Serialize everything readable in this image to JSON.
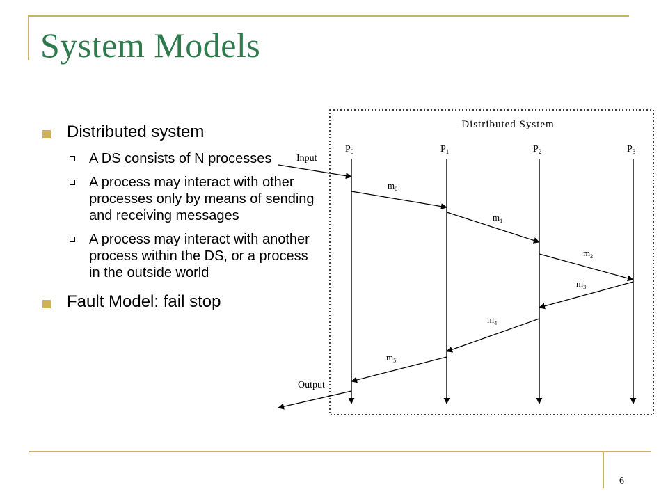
{
  "slide": {
    "title": "System Models",
    "page_number": "6",
    "bullets": [
      {
        "text": "Distributed system",
        "sub": [
          "A DS consists of N processes",
          "A process may interact with other processes only by means of sending and receiving messages",
          "A process may interact with another process within the DS, or a process in the outside world"
        ]
      },
      {
        "text": "Fault Model: fail stop",
        "sub": []
      }
    ],
    "accent_color": "#c9b366",
    "title_color": "#2e7a4d"
  },
  "diagram": {
    "box_label": "Distributed System",
    "processes": [
      {
        "name": "P",
        "sub": "0"
      },
      {
        "name": "P",
        "sub": "1"
      },
      {
        "name": "P",
        "sub": "2"
      },
      {
        "name": "P",
        "sub": "3"
      }
    ],
    "input_label": "Input",
    "output_label": "Output",
    "messages": [
      {
        "name": "m",
        "sub": "0",
        "from": 0,
        "to": 1
      },
      {
        "name": "m",
        "sub": "1",
        "from": 1,
        "to": 2
      },
      {
        "name": "m",
        "sub": "2",
        "from": 2,
        "to": 3
      },
      {
        "name": "m",
        "sub": "3",
        "from": 3,
        "to": 2
      },
      {
        "name": "m",
        "sub": "4",
        "from": 2,
        "to": 1
      },
      {
        "name": "m",
        "sub": "5",
        "from": 1,
        "to": 0
      }
    ]
  }
}
